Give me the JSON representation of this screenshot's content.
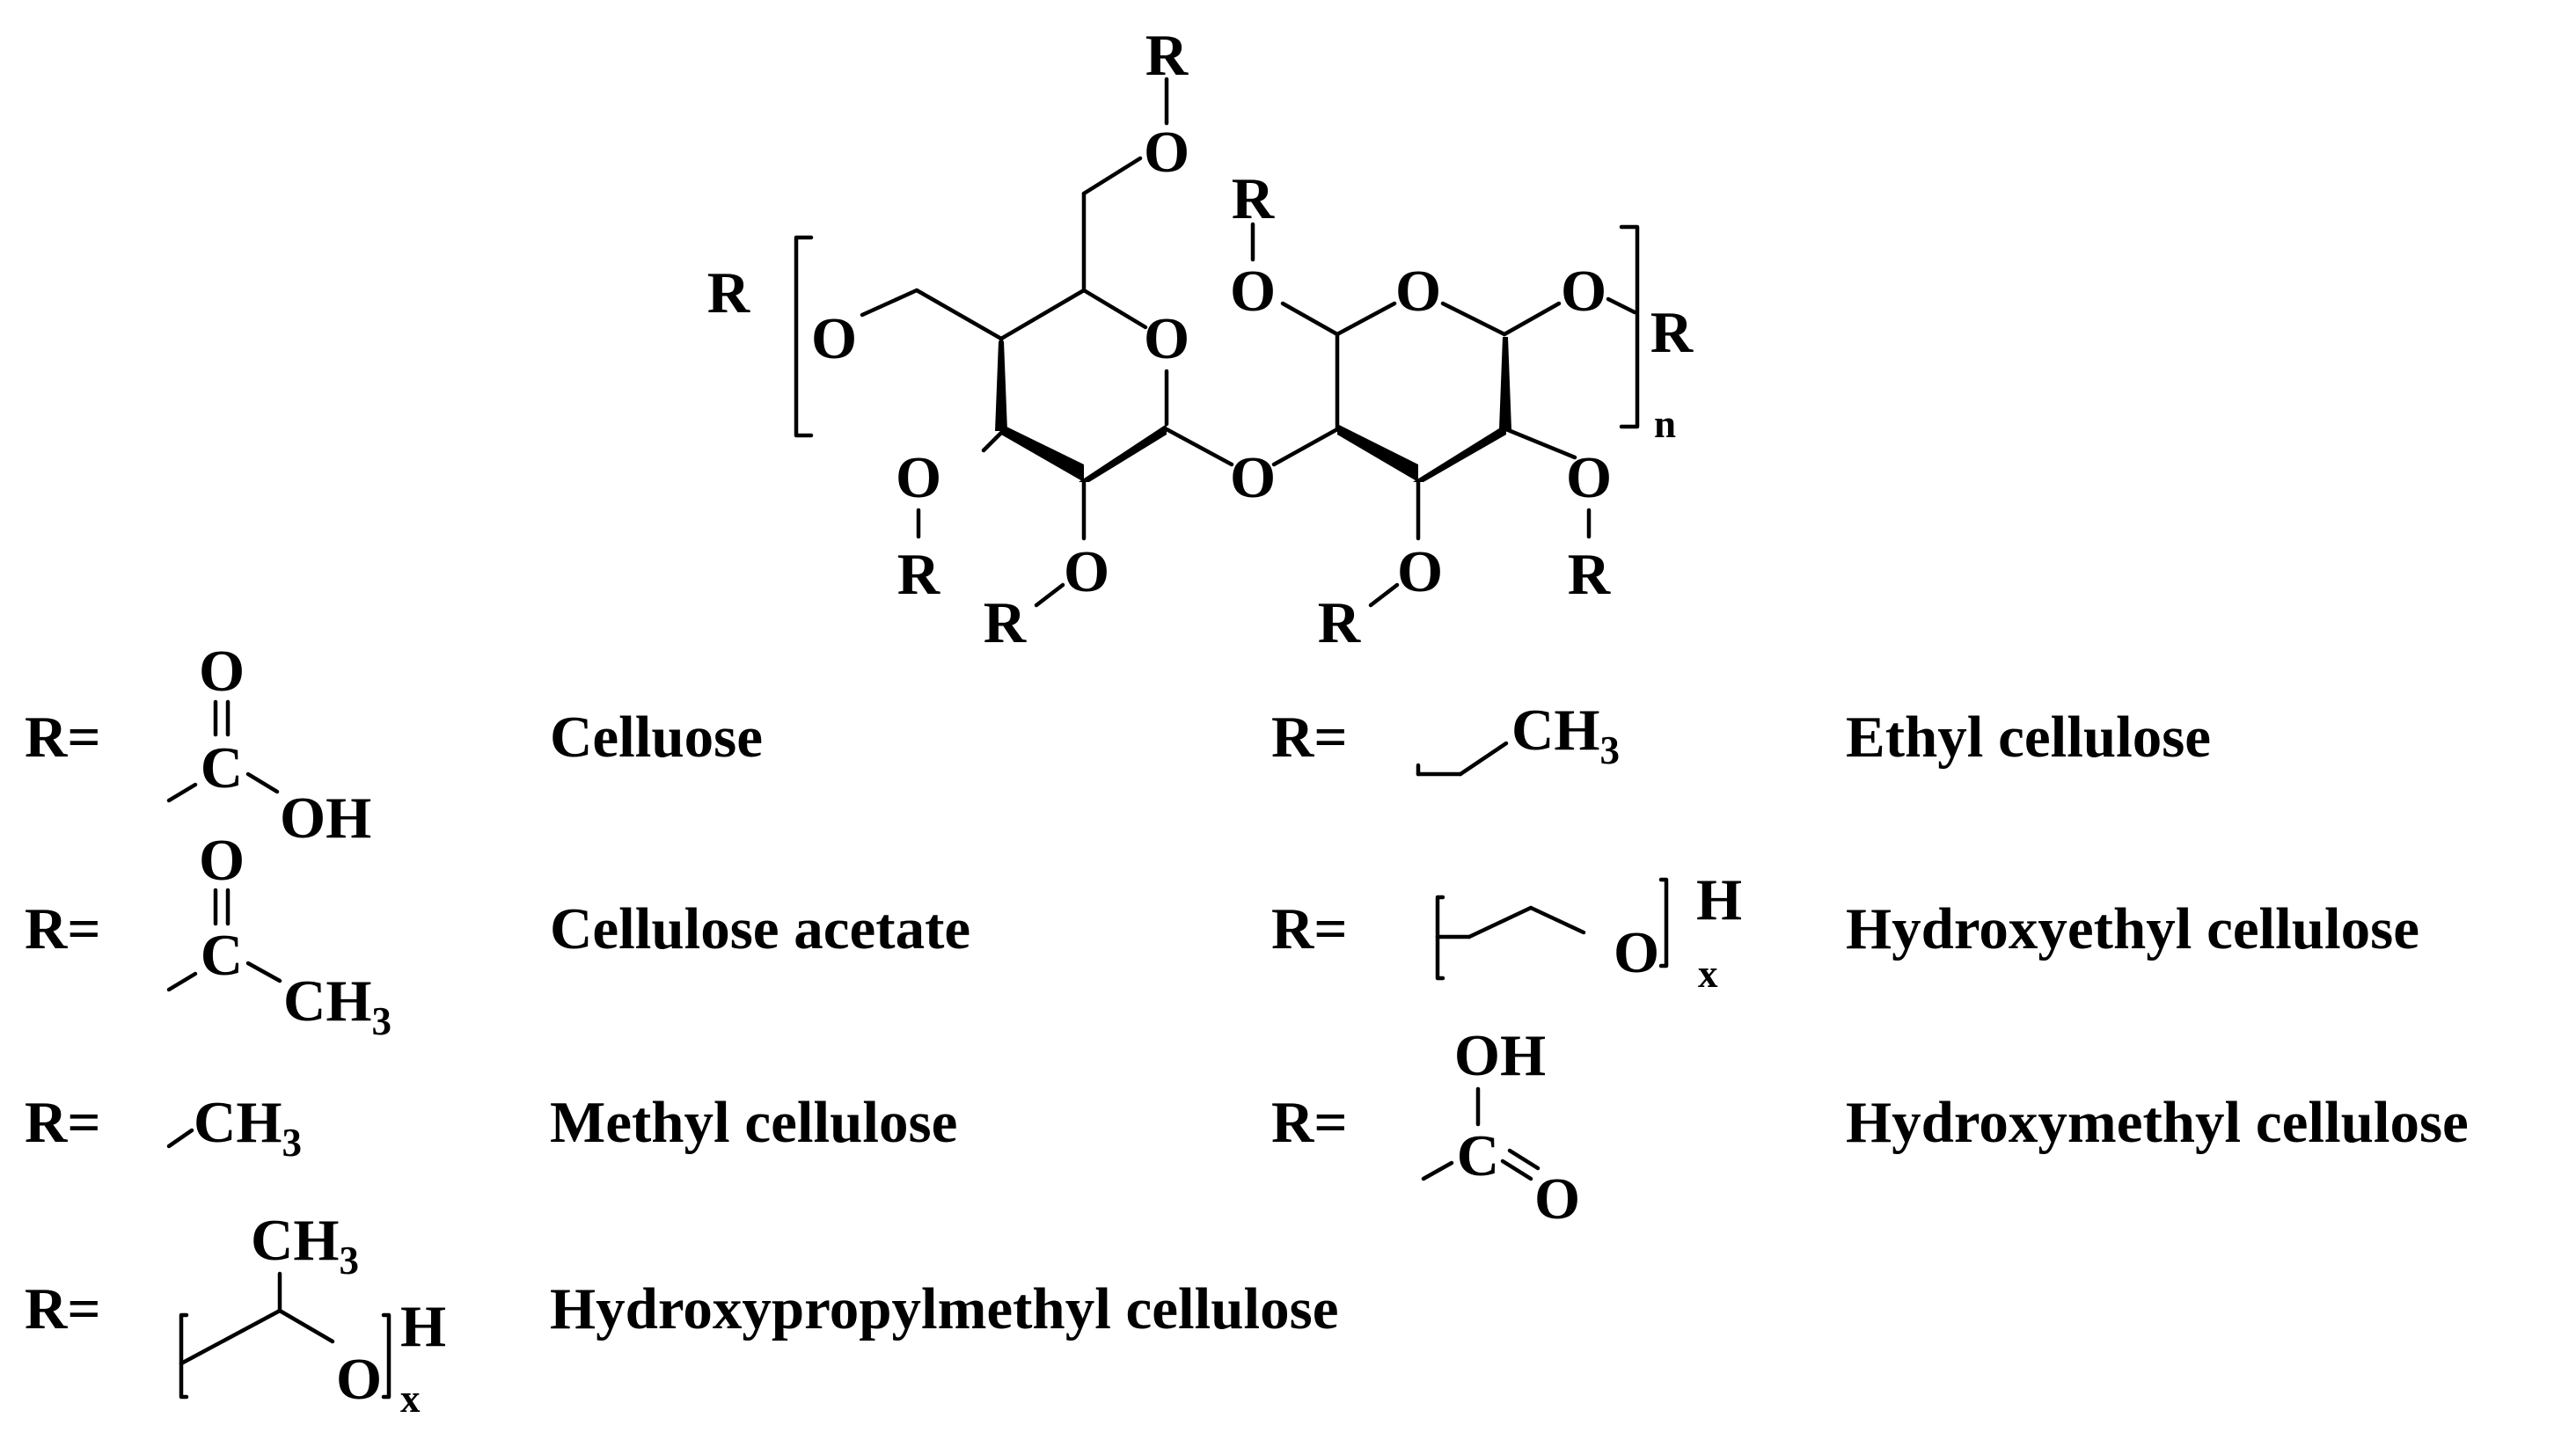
{
  "structure": {
    "substituent_atom": "R",
    "oxygen_atom": "O",
    "repeat_subscript": "n"
  },
  "entries": [
    {
      "prefix": "R=",
      "group": [
        "O",
        "C",
        "OH"
      ],
      "name": "Celluose"
    },
    {
      "prefix": "R=",
      "group": [
        "O",
        "C",
        "CH",
        "3"
      ],
      "name": "Cellulose acetate"
    },
    {
      "prefix": "R=",
      "group": [
        "CH",
        "3"
      ],
      "name": "Methyl cellulose"
    },
    {
      "prefix": "R=",
      "group": [
        "CH",
        "3",
        "O",
        "H",
        "x"
      ],
      "name": "Hydroxypropylmethyl cellulose"
    },
    {
      "prefix": "R=",
      "group": [
        "CH",
        "3"
      ],
      "name": "Ethyl cellulose"
    },
    {
      "prefix": "R=",
      "group": [
        "O",
        "H",
        "x"
      ],
      "name": "Hydroxyethyl cellulose"
    },
    {
      "prefix": "R=",
      "group": [
        "OH",
        "C",
        "O"
      ],
      "name": "Hydroxymethyl cellulose"
    }
  ]
}
